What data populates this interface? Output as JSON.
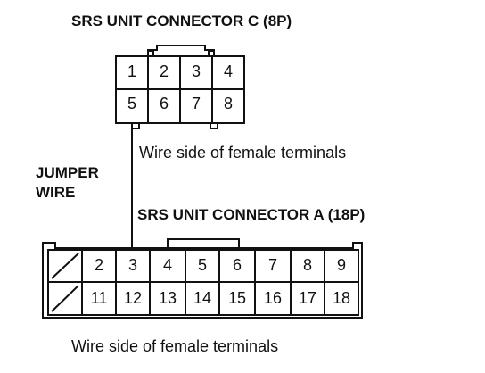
{
  "connector_c": {
    "title": "SRS UNIT CONNECTOR C (8P)",
    "row1": [
      "1",
      "2",
      "3",
      "4"
    ],
    "row2": [
      "5",
      "6",
      "7",
      "8"
    ],
    "caption": "Wire side of female terminals"
  },
  "jumper": {
    "line1": "JUMPER",
    "line2": "WIRE"
  },
  "connector_a": {
    "title": "SRS UNIT CONNECTOR A (18P)",
    "row1": [
      "2",
      "3",
      "4",
      "5",
      "6",
      "7",
      "8",
      "9"
    ],
    "row2": [
      "11",
      "12",
      "13",
      "14",
      "15",
      "16",
      "17",
      "18"
    ],
    "caption": "Wire side of female terminals"
  },
  "colors": {
    "ink": "#111111",
    "paper": "#ffffff"
  }
}
